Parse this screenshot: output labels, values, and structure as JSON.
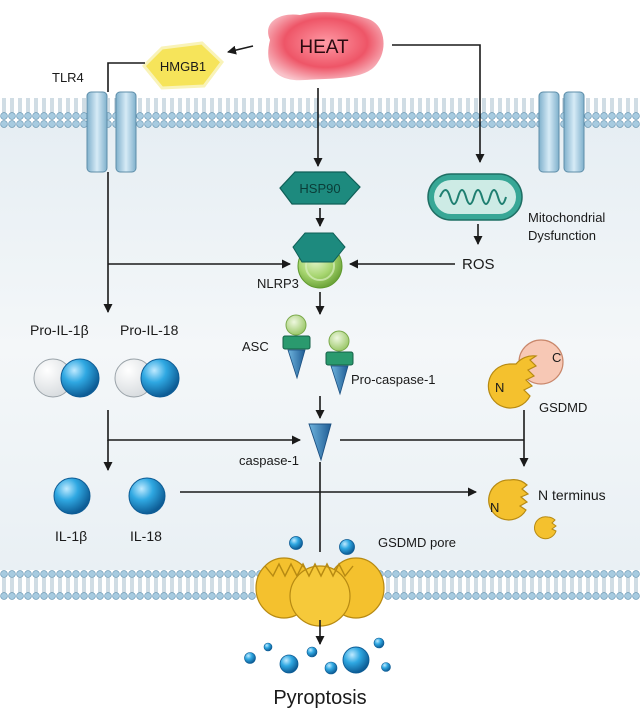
{
  "labels": {
    "heat": "HEAT",
    "hmgb1": "HMGB1",
    "tlr4": "TLR4",
    "hsp90": "HSP90",
    "mito": [
      "Mitochondrial",
      "Dysfunction"
    ],
    "ros": "ROS",
    "nlrp3": "NLRP3",
    "pro_il1b": "Pro-IL-1β",
    "pro_il18": "Pro-IL-18",
    "asc": "ASC",
    "pro_caspase1": "Pro-caspase-1",
    "gsdmd": "GSDMD",
    "gsdmd_n": "N",
    "gsdmd_c": "C",
    "caspase1": "caspase-1",
    "il1b": "IL-1β",
    "il18": "IL-18",
    "n_terminus": "N terminus",
    "n_terminus_n": "N",
    "gsdmd_pore": "GSDMD pore",
    "pyroptosis": "Pyroptosis"
  },
  "colors": {
    "heat_red": "#e8455a",
    "hmgb1_yellow": "#f6e45a",
    "membrane_blue": "#9ec4dc",
    "hsp90_teal": "#1d8a7e",
    "nlrp3_green": "#a6d56f",
    "caspase_blue": "#2f74b0",
    "gsdmd_yellow": "#f4c12e",
    "gsdmd_pink": "#f7c8b5",
    "il_blue": "#2aa7df",
    "cytoplasm": "#eef3f6"
  }
}
